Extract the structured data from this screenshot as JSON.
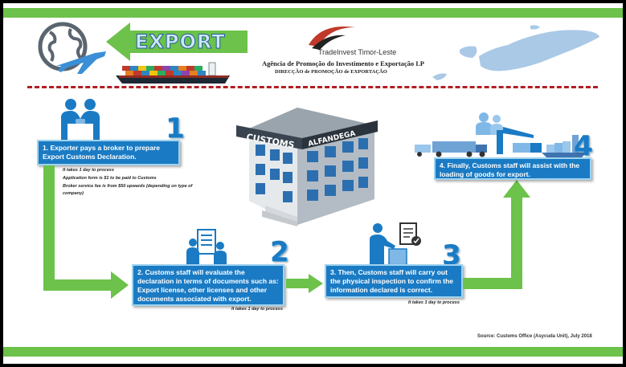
{
  "header": {
    "export_label": "EXPORT",
    "org_name": "TradeInvest Timor-Leste",
    "org_full": "Agência de Promoção do Investimento e Exportação I.P",
    "org_dept": "DIRECÇÃO de PROMOÇÃO de EXPORTAÇÃO"
  },
  "building": {
    "sign_front": "CUSTOMS",
    "sign_side": "ALFANDEGA"
  },
  "steps": [
    {
      "number": "1",
      "text": "1. Exporter pays a broker to prepare Export Customs Declaration.",
      "notes": [
        "It takes 1 day to process",
        "Application  form is $1 to be paid to Customs",
        "Broker service fee is from $50 upwards (depending on type of company)"
      ]
    },
    {
      "number": "2",
      "text": "2. Customs staff will evaluate the declaration in terms of documents such as: Export license, other licenses and other documents associated with export.",
      "notes": [
        "It takes 1 day to process"
      ]
    },
    {
      "number": "3",
      "text": "3. Then, Customs staff will carry out the physical inspection to confirm the information declared is correct.",
      "notes": [
        "It takes 1 day to process"
      ]
    },
    {
      "number": "4",
      "text": "4. Finally, Customs staff will assist with the loading of  goods for export.",
      "notes": []
    }
  ],
  "source": "Source: Customs Office (Asycuda Unit), July 2018",
  "colors": {
    "accent_green": "#6cc24a",
    "step_blue": "#1a7bc4",
    "dash_red": "#b01e23"
  }
}
